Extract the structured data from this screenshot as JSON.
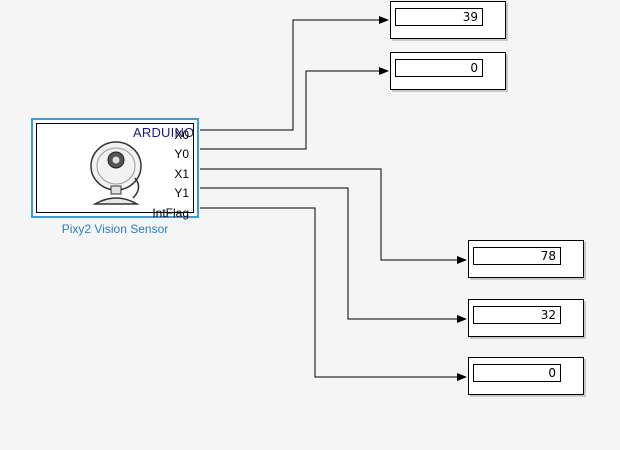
{
  "sensor_block": {
    "vendor": "ARDUINO",
    "ports": [
      "X0",
      "Y0",
      "X1",
      "Y1",
      "IntFlag"
    ],
    "caption": "Pixy2 Vision Sensor"
  },
  "displays": [
    {
      "value": "39"
    },
    {
      "value": "0"
    },
    {
      "value": "78"
    },
    {
      "value": "32"
    },
    {
      "value": "0"
    }
  ],
  "colors": {
    "block_border": "#3a9ad9",
    "caption": "#2a7fc4",
    "vendor_text": "#1a1a7a",
    "background": "#f5f5f5"
  }
}
